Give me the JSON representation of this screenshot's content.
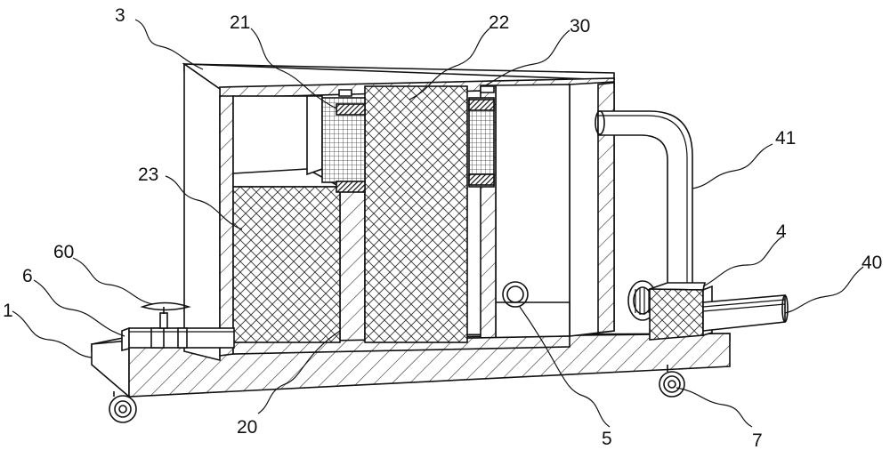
{
  "labels": {
    "l3": "3",
    "l21": "21",
    "l22": "22",
    "l30": "30",
    "l41": "41",
    "l23": "23",
    "l4": "4",
    "l40": "40",
    "l60": "60",
    "l6": "6",
    "l1": "1",
    "l20": "20",
    "l5": "5",
    "l7": "7"
  }
}
